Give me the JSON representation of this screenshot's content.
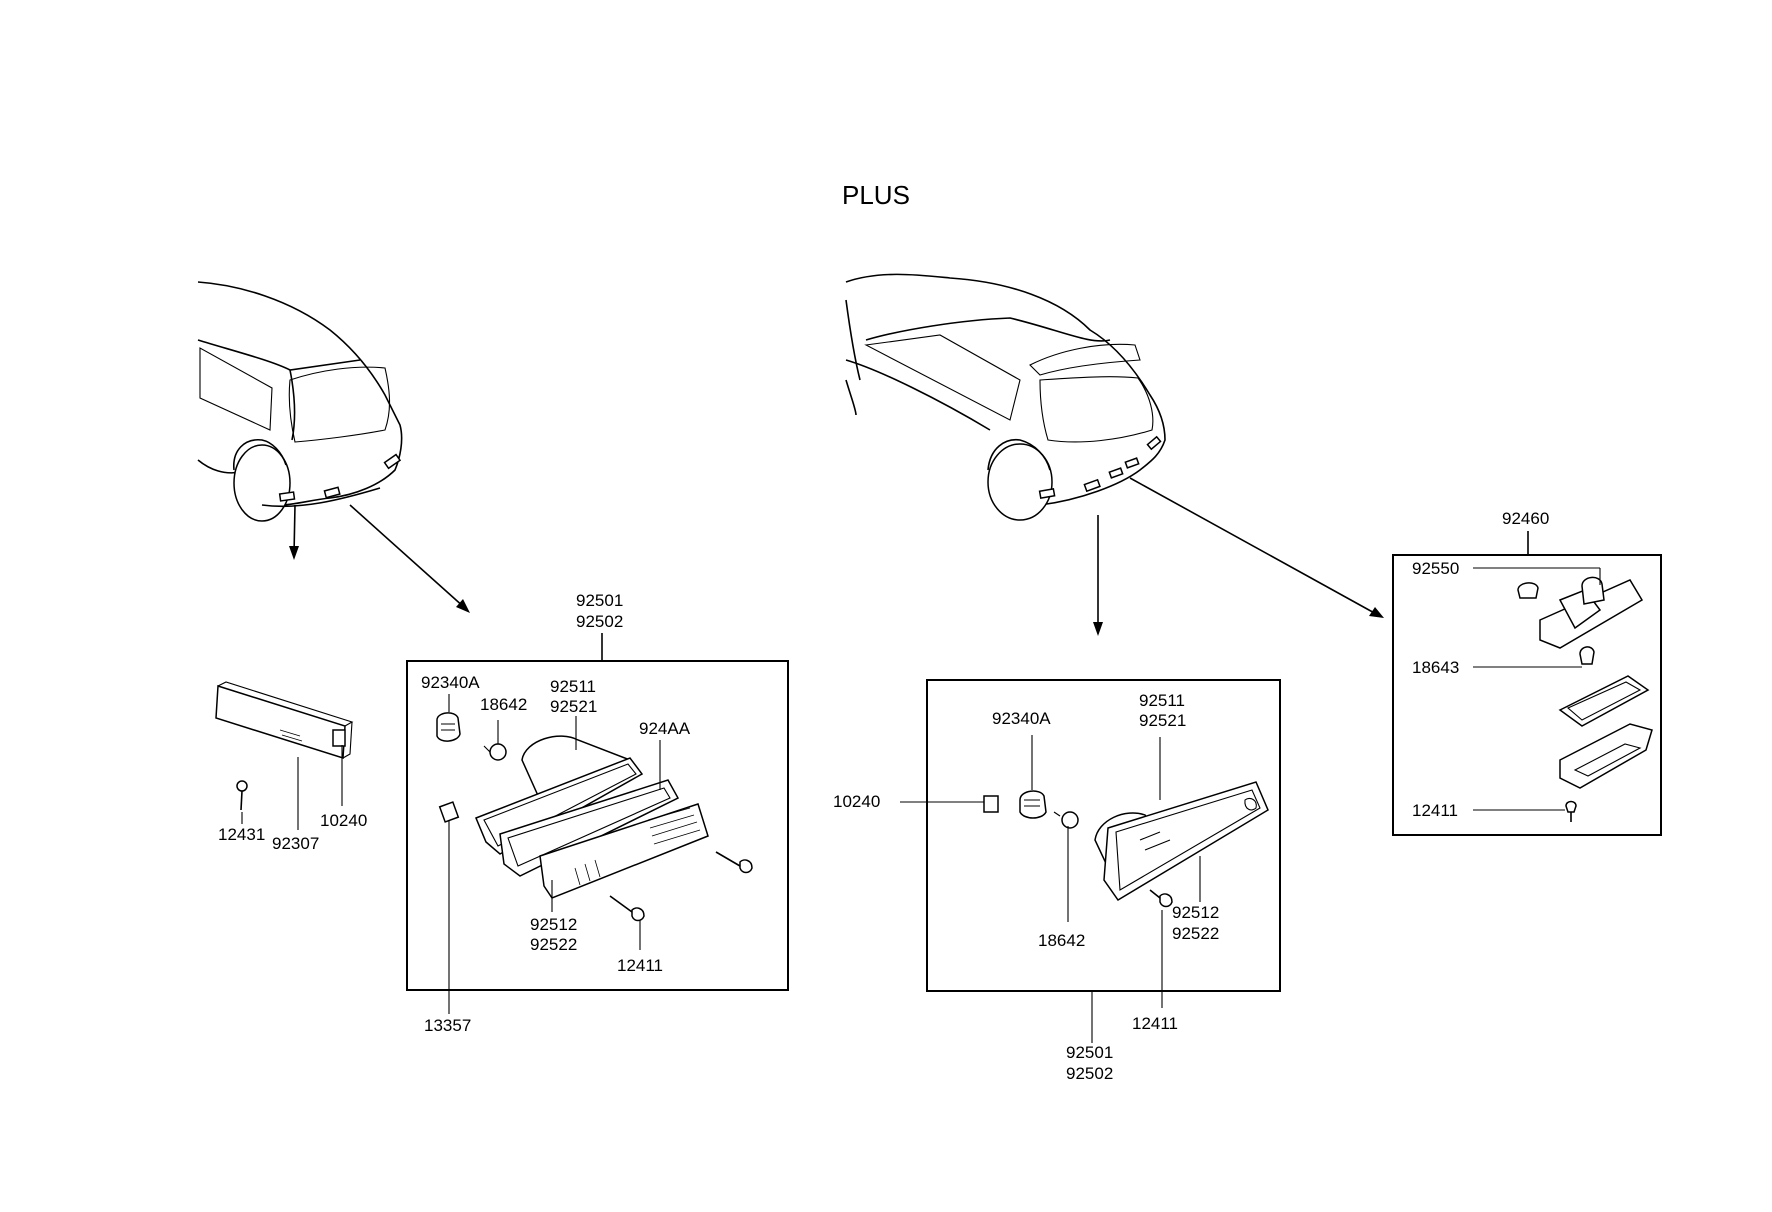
{
  "title": "PLUS",
  "colors": {
    "line": "#000000",
    "background": "#ffffff"
  },
  "left_group": {
    "reflector_labels": {
      "bolt": "12431",
      "reflector": "92307",
      "nut": "10240"
    },
    "lamp_assembly": {
      "line1": "92501",
      "line2": "92502"
    },
    "parts": {
      "socket": "92340A",
      "bulb": "18642",
      "housing_line1": "92511",
      "housing_line2": "92521",
      "gasket": "924AA",
      "lens_line1": "92512",
      "lens_line2": "92522",
      "screw": "12411",
      "clip": "13357"
    }
  },
  "middle_group": {
    "lamp_assembly": {
      "line1": "92501",
      "line2": "92502"
    },
    "parts": {
      "nut": "10240",
      "socket": "92340A",
      "bulb": "18642",
      "housing_line1": "92511",
      "housing_line2": "92521",
      "lens_line1": "92512",
      "lens_line2": "92522",
      "screw": "12411"
    }
  },
  "right_group": {
    "assembly": "92460",
    "parts": {
      "socket": "92550",
      "bulb": "18643",
      "screw": "12411"
    }
  }
}
